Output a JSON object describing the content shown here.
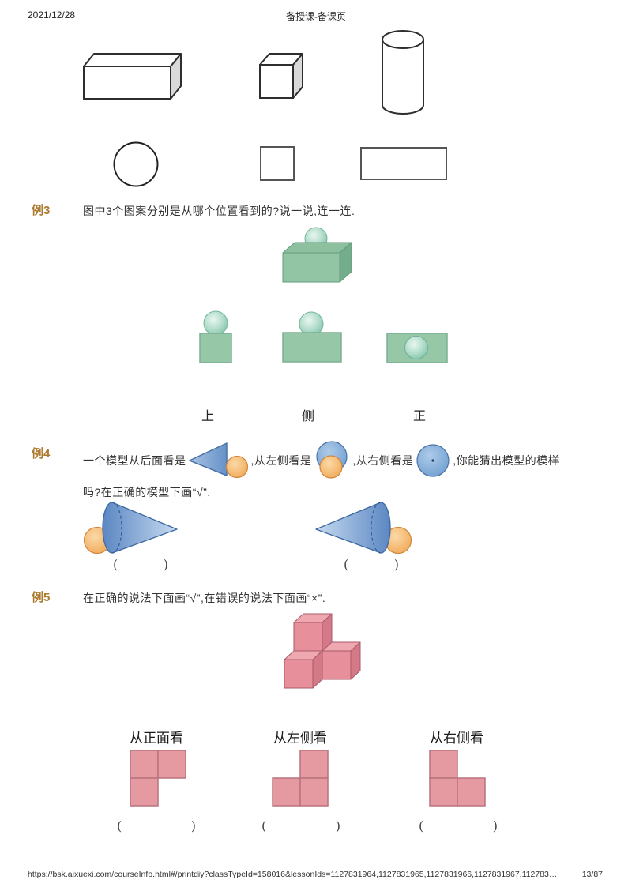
{
  "header": {
    "date": "2021/12/28",
    "title": "备授课-备课页"
  },
  "figures": {
    "solids_row": [
      "cuboid",
      "cube",
      "cylinder"
    ],
    "plane_row": [
      "circle",
      "square",
      "rectangle"
    ],
    "ex3_model": "green-cuboid-with-sphere",
    "ex4_models": [
      "cone-with-sphere-left",
      "cone-with-sphere-right"
    ],
    "ex5_model": "three-pink-cubes"
  },
  "ex3": {
    "label": "例3",
    "question": "图中3个图案分别是从哪个位置看到的?说一说,连一连.",
    "position_labels": [
      "上",
      "侧",
      "正"
    ]
  },
  "ex4": {
    "label": "例4",
    "segments": [
      "一个模型从后面看是",
      ",从左侧看是",
      ",从右侧看是",
      ",你能猜出模型的模样"
    ],
    "line2": "吗?在正确的模型下画“√”.",
    "paren_open": "(",
    "paren_close": ")"
  },
  "ex5": {
    "label": "例5",
    "question": "在正确的说法下面画“√”,在错误的说法下面画“×”.",
    "view_labels": [
      "从正面看",
      "从左侧看",
      "从右侧看"
    ],
    "paren_open": "(",
    "paren_close": ")"
  },
  "footer": {
    "url": "https://bsk.aixuexi.com/courseInfo.html#/printdiy?classTypeId=158016&lessonIds=1127831964,1127831965,1127831966,1127831967,112783…",
    "page": "13/87"
  },
  "colors": {
    "example_label": "#ad7a2e",
    "green_fill": "#95c7a7",
    "pink_fill": "#e6939e",
    "blue_fill": "#7ba3d1",
    "orange_fill": "#f4b469"
  }
}
